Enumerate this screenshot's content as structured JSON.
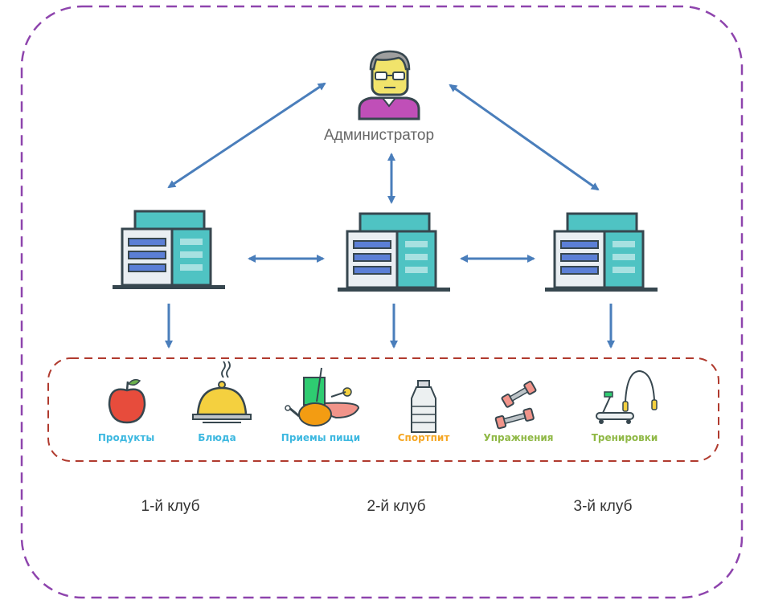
{
  "admin": {
    "label": "Администратор"
  },
  "clubs": [
    {
      "label": "1-й клуб"
    },
    {
      "label": "2-й клуб"
    },
    {
      "label": "3-й клуб"
    }
  ],
  "items": [
    {
      "label": "Продукты",
      "icon": "apple-icon",
      "color": "#3db8e0"
    },
    {
      "label": "Блюда",
      "icon": "cloche-icon",
      "color": "#3db8e0"
    },
    {
      "label": "Приемы пищи",
      "icon": "meal-icon",
      "color": "#3db8e0"
    },
    {
      "label": "Спортпит",
      "icon": "bottle-icon",
      "color": "#f5a623"
    },
    {
      "label": "Упражнения",
      "icon": "dumbbell-icon",
      "color": "#8fb845"
    },
    {
      "label": "Тренировки",
      "icon": "treadmill-icon",
      "color": "#8fb845"
    }
  ],
  "colors": {
    "outer_border": "#8e44ad",
    "inner_border": "#b03a2e",
    "arrow": "#4a7ebb",
    "building_dark": "#37474f",
    "building_teal": "#4fc3c3",
    "window": "#5b7fd6"
  }
}
